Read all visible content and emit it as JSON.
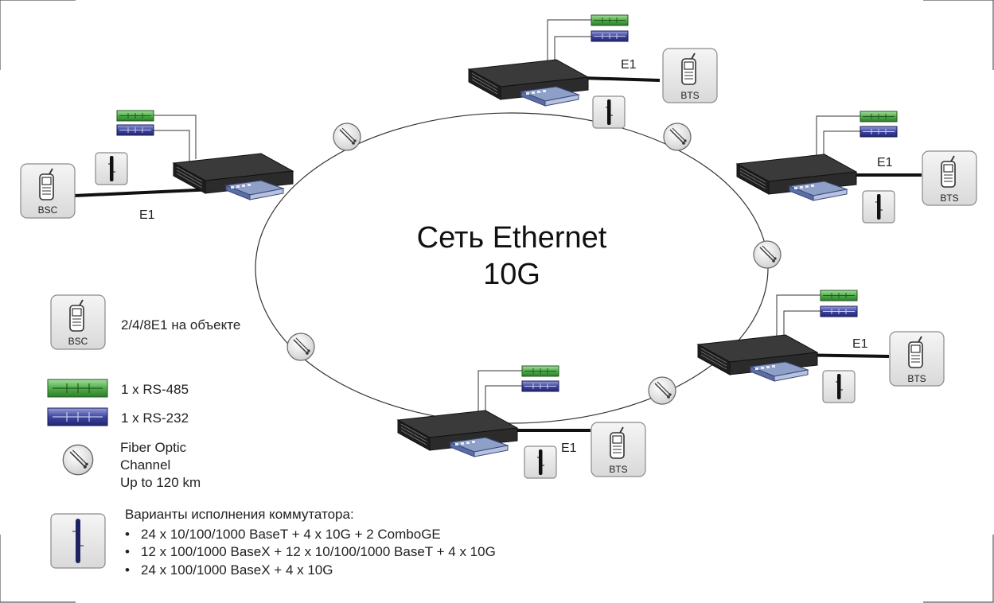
{
  "network": {
    "title_line1": "Сеть Ethernet",
    "title_line2": "10G"
  },
  "devices": {
    "bsc_label": "BSC",
    "bts_label": "BTS",
    "e1_label": "E1"
  },
  "legend": {
    "bsc_text": "2/4/8E1 на объекте",
    "rs485_text": "1 x RS-485",
    "rs232_text": "1 x RS-232",
    "fiber_line1": "Fiber Optic",
    "fiber_line2": "Channel",
    "fiber_line3": "Up to 120 km"
  },
  "variants": {
    "heading": "Варианты исполнения коммутатора:",
    "items": [
      "24 x 10/100/1000 BaseT + 4 x 10G + 2 ComboGE",
      "12 x 100/1000 BaseX + 12 x 10/100/1000 BaseT + 4 x 10G",
      "24 x 100/1000 BaseX + 4 x 10G"
    ]
  },
  "colors": {
    "rs485": "#3f9b3f",
    "rs232": "#34348a",
    "switch_body": "#2a2a2a",
    "switch_module": "#8fa0c8",
    "icon_box": "#e6e6e6"
  }
}
